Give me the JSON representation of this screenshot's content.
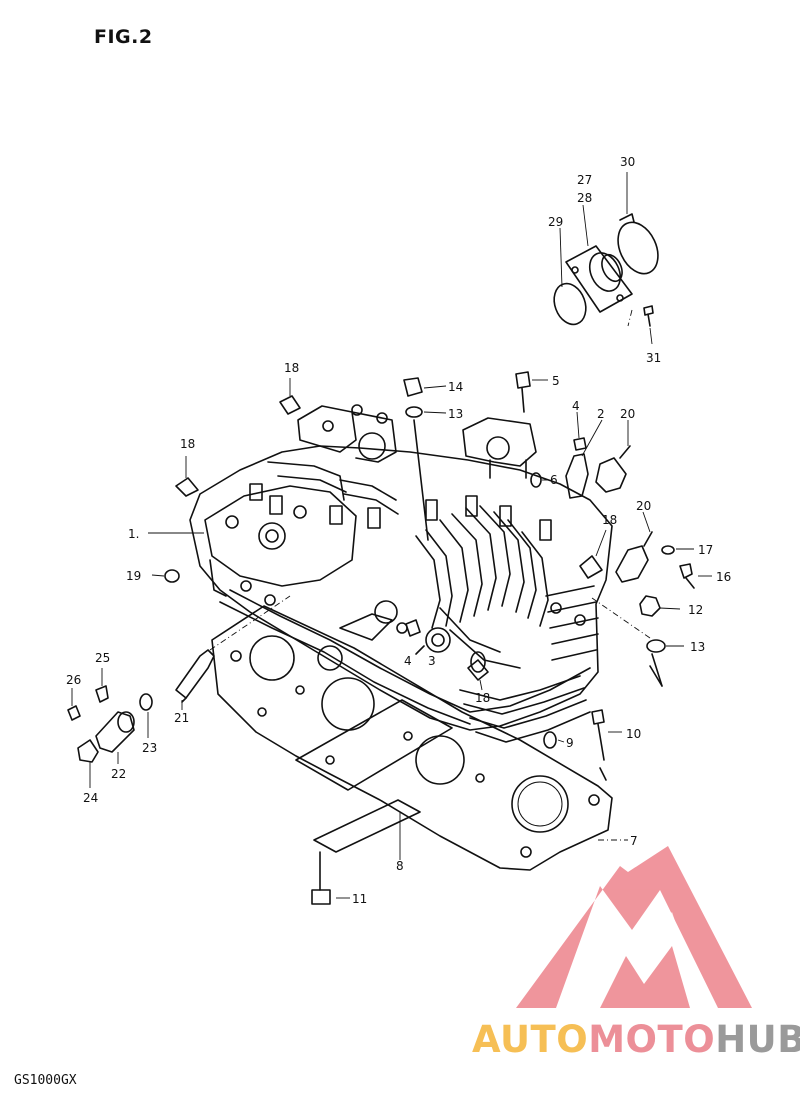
{
  "figure": {
    "title": "FIG.2",
    "model_code": "GS1000GX"
  },
  "watermark": {
    "brand_part1": "AUTO",
    "brand_part2": "MOTO",
    "brand_part3": "HUB",
    "colors": {
      "auto": "#f6bf55",
      "moto": "#ec8f98",
      "hub": "#9a9a9a",
      "logo": "#ee8a92"
    }
  },
  "callouts": {
    "c30": "30",
    "c27": "27",
    "c28": "28",
    "c29": "29",
    "c31": "31",
    "c18a": "18",
    "c14": "14",
    "c13a": "13",
    "c5": "5",
    "c4a": "4",
    "c2": "2",
    "c20a": "20",
    "c18b": "18",
    "c6": "6",
    "c1": "1.",
    "c18c": "18",
    "c20b": "20",
    "c19": "19",
    "c17": "17",
    "c16": "16",
    "c12": "12",
    "c13b": "13",
    "c25": "25",
    "c26": "26",
    "c4b": "4",
    "c3": "3",
    "c18d": "18",
    "c21": "21",
    "c23": "23",
    "c9": "9",
    "c10": "10",
    "c22": "22",
    "c24": "24",
    "c8": "8",
    "c7": "7",
    "c11": "11"
  }
}
